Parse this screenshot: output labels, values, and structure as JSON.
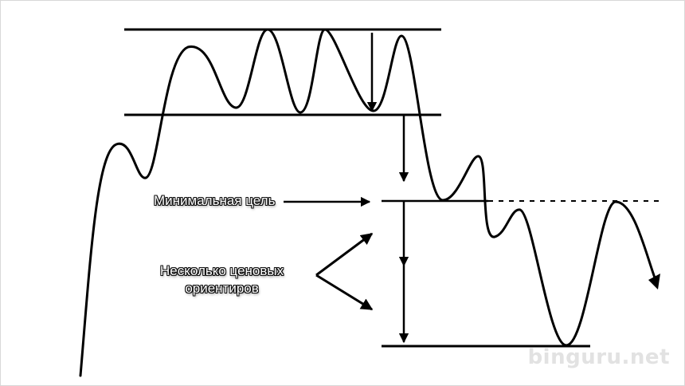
{
  "labels": {
    "minimal_target": "Минимальная цель",
    "several_targets_line1": "Несколько ценовых",
    "several_targets_line2": "ориентиров"
  },
  "watermark": "binguru.net",
  "colors": {
    "line": "#000000",
    "label_text": "#ffffff",
    "label_outline": "#111111",
    "watermark": "#e2e2e2"
  }
}
